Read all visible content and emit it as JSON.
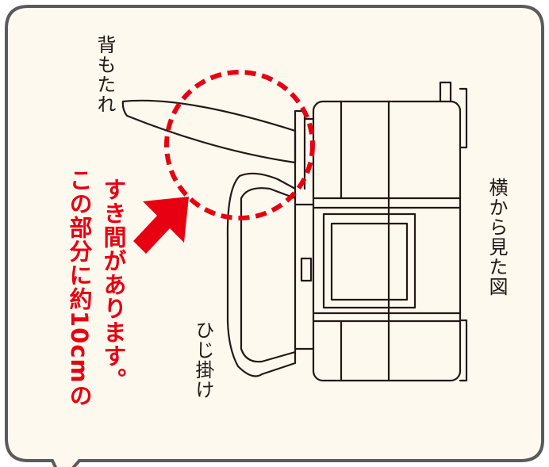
{
  "labels": {
    "backrest": "背もたれ",
    "armrest": "ひじ掛け",
    "side_view": "横から見た図",
    "gap_note_line1": "この部分に約10cmの",
    "gap_note_line2": "すき間があります。"
  },
  "colors": {
    "panel_background": "#fdf9ef",
    "panel_border": "#5a5a5a",
    "line": "#231815",
    "accent_red": "#e60012"
  },
  "icons": {
    "pointer": "red-arrow-icon",
    "highlight": "dashed-circle-icon"
  }
}
